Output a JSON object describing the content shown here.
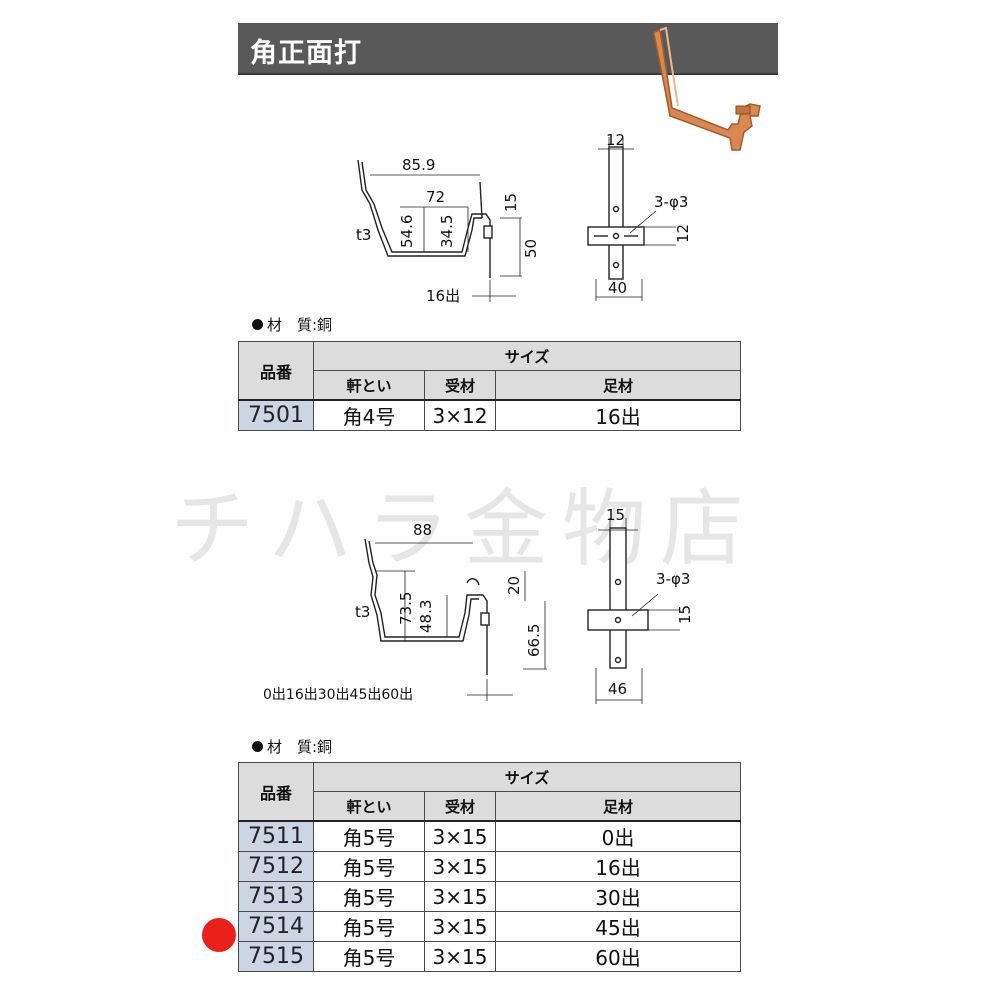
{
  "header": {
    "title": "角正面打"
  },
  "watermark": "チハラ金物店",
  "section1": {
    "drawing_front": {
      "dims": {
        "width_top": "85.9",
        "width_inner": "72",
        "depth_outer": "54.6",
        "depth_inner": "34.5",
        "thickness": "t3",
        "hook": "15",
        "leg": "50",
        "foot": "16出"
      }
    },
    "drawing_side": {
      "dims": {
        "width_top": "12",
        "holes": "3-φ3",
        "hole_pitch": "12",
        "width_bottom": "40"
      }
    },
    "material": "材　質:銅",
    "table": {
      "header_code": "品番",
      "header_size": "サイズ",
      "col_gutter": "軒とい",
      "col_receiver": "受材",
      "col_foot": "足材",
      "rows": [
        {
          "code": "7501",
          "gutter": "角4号",
          "receiver": "3×12",
          "foot": "16出"
        }
      ]
    }
  },
  "section2": {
    "drawing_front": {
      "dims": {
        "width_top": "88",
        "depth_outer": "73.5",
        "depth_inner": "48.3",
        "thickness": "t3",
        "hook": "20",
        "leg": "66.5",
        "foot": "0出16出30出45出60出"
      }
    },
    "drawing_side": {
      "dims": {
        "width_top": "15",
        "holes": "3-φ3",
        "hole_pitch": "15",
        "width_bottom": "46"
      }
    },
    "material": "材　質:銅",
    "table": {
      "header_code": "品番",
      "header_size": "サイズ",
      "col_gutter": "軒とい",
      "col_receiver": "受材",
      "col_foot": "足材",
      "rows": [
        {
          "code": "7511",
          "gutter": "角5号",
          "receiver": "3×15",
          "foot": "0出"
        },
        {
          "code": "7512",
          "gutter": "角5号",
          "receiver": "3×15",
          "foot": "16出"
        },
        {
          "code": "7513",
          "gutter": "角5号",
          "receiver": "3×15",
          "foot": "30出"
        },
        {
          "code": "7514",
          "gutter": "角5号",
          "receiver": "3×15",
          "foot": "45出"
        },
        {
          "code": "7515",
          "gutter": "角5号",
          "receiver": "3×15",
          "foot": "60出"
        }
      ]
    }
  },
  "colors": {
    "header_bg": "#595959",
    "code_cell": "#ccd5e4",
    "header_cell": "#dcdcdc",
    "marker": "#e8211c",
    "copper": "#d9884f"
  }
}
